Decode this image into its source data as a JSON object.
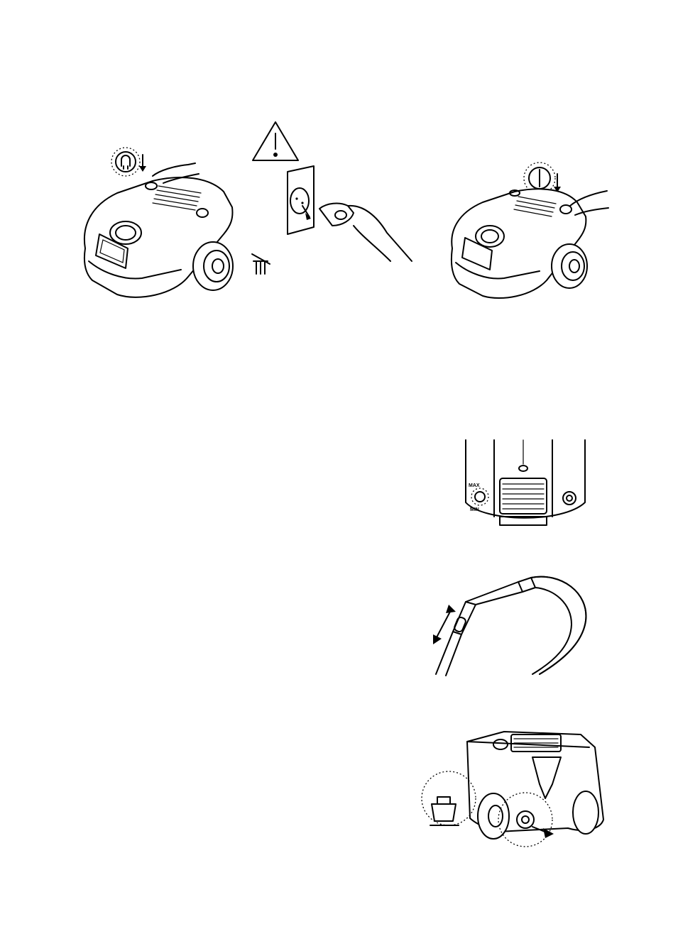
{
  "figures": [
    {
      "id": "cord-rewind",
      "icon": "cord-rewind-icon"
    },
    {
      "id": "unplug-warning",
      "icon": "warning-icon"
    },
    {
      "id": "power-on",
      "icon": "power-icon"
    },
    {
      "id": "suction-control",
      "labels": {
        "max": "MAX",
        "min": "MIN"
      }
    },
    {
      "id": "telescopic-tube",
      "icon": "double-arrow-icon"
    },
    {
      "id": "filter-rear"
    }
  ]
}
